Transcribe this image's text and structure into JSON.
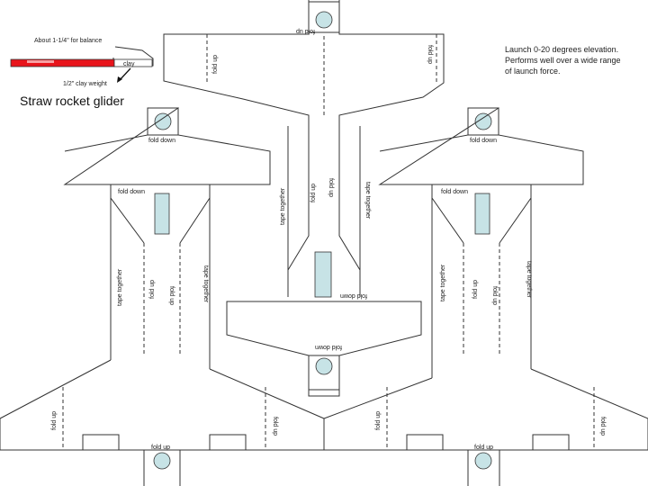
{
  "title": "Straw rocket glider",
  "notes": {
    "balance": "About 1-1/4\" for balance",
    "clay": "1/2\" clay weight",
    "launch_line1": "Launch 0-20 degrees elevation.",
    "launch_line2": "Performs well over a wide range",
    "launch_line3": "of launch force."
  },
  "labels": {
    "fold_up": "fold up",
    "fold_down": "fold down",
    "tape_together": "tape together"
  },
  "colors": {
    "straw_red": "#e8141b",
    "weight_blue": "#c7e3e6",
    "line": "#333333"
  },
  "icons": [
    "clay-weight-circle-icon",
    "ballast-strip-icon",
    "straw-icon",
    "arrow-icon"
  ]
}
